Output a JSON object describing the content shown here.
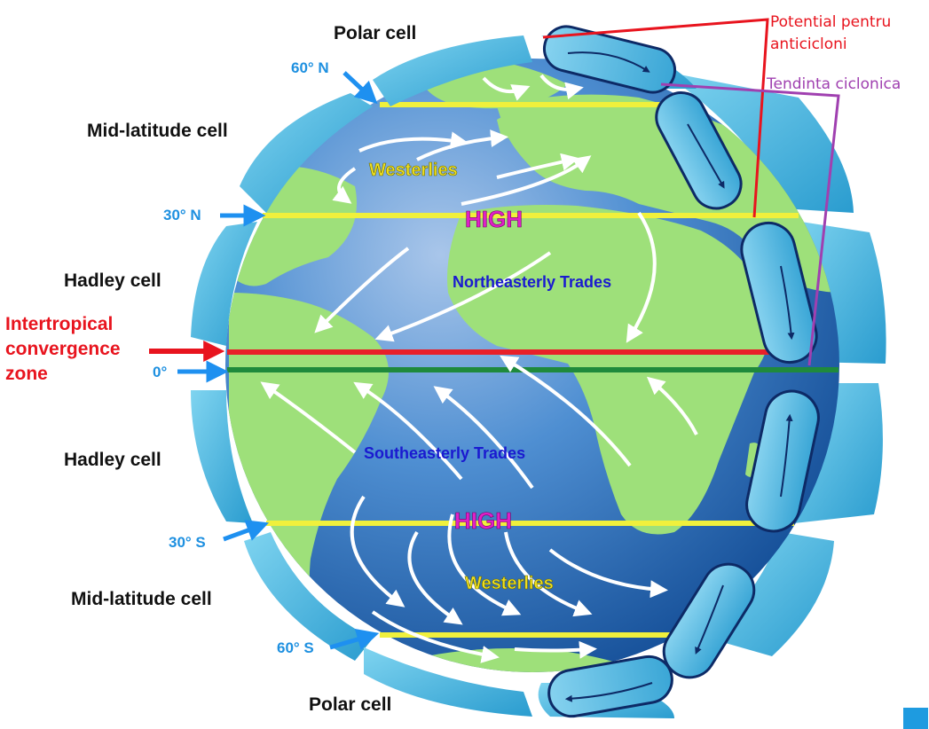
{
  "labels": {
    "polar_top": "Polar cell",
    "polar_bottom": "Polar cell",
    "midlat_top": "Mid-latitude cell",
    "midlat_bottom": "Mid-latitude cell",
    "hadley_top": "Hadley cell",
    "hadley_bottom": "Hadley cell",
    "itcz_line1": "Intertropical",
    "itcz_line2": "convergence",
    "itcz_line3": "zone"
  },
  "latitudes": {
    "n60": "60° N",
    "n30": "30° N",
    "eq": "0°",
    "s30": "30° S",
    "s60": "60° S"
  },
  "winds": {
    "westerlies_north": "Westerlies",
    "westerlies_south": "Westerlies",
    "northeast_trades": "Northeasterly Trades",
    "southeast_trades": "Southeasterly Trades",
    "high_north": "HIGH",
    "high_south": "HIGH"
  },
  "annotations": {
    "anticyclone_line1": "Potential pentru",
    "anticyclone_line2": "anticicloni",
    "cyclonic": "Tendinta ciclonica"
  },
  "colors": {
    "ocean": "#2f78c4",
    "land": "#9ee07a",
    "cell_blue": "#4fb6dc",
    "latitude_line": "#f0f03c",
    "itcz_line": "#e8202a",
    "equator_line": "#1f8a3c",
    "high_text": "#e020c8",
    "trades_text": "#1a1ad0",
    "westerlies_text": "#f0e020",
    "latitude_text": "#1e90e0",
    "anticyclone_annotation": "#e8141e",
    "cyclonic_annotation": "#a040b0"
  }
}
